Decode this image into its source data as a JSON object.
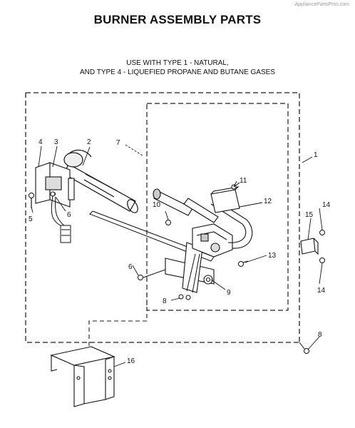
{
  "header": {
    "watermark": "AppliancePartsPros.com",
    "title": "BURNER ASSEMBLY PARTS",
    "subtitle_line1": "USE WITH TYPE 1 - NATURAL,",
    "subtitle_line2": "AND TYPE 4 - LIQUEFIED PROPANE AND BUTANE GASES"
  },
  "callouts": {
    "c1": "1",
    "c2": "2",
    "c3": "3",
    "c4": "4",
    "c5": "5",
    "c6a": "6",
    "c6b": "6",
    "c7": "7",
    "c8a": "8",
    "c8b": "8",
    "c9": "9",
    "c10": "10",
    "c11": "11",
    "c12": "12",
    "c13": "13",
    "c14a": "14",
    "c14b": "14",
    "c15": "15",
    "c16": "16"
  }
}
